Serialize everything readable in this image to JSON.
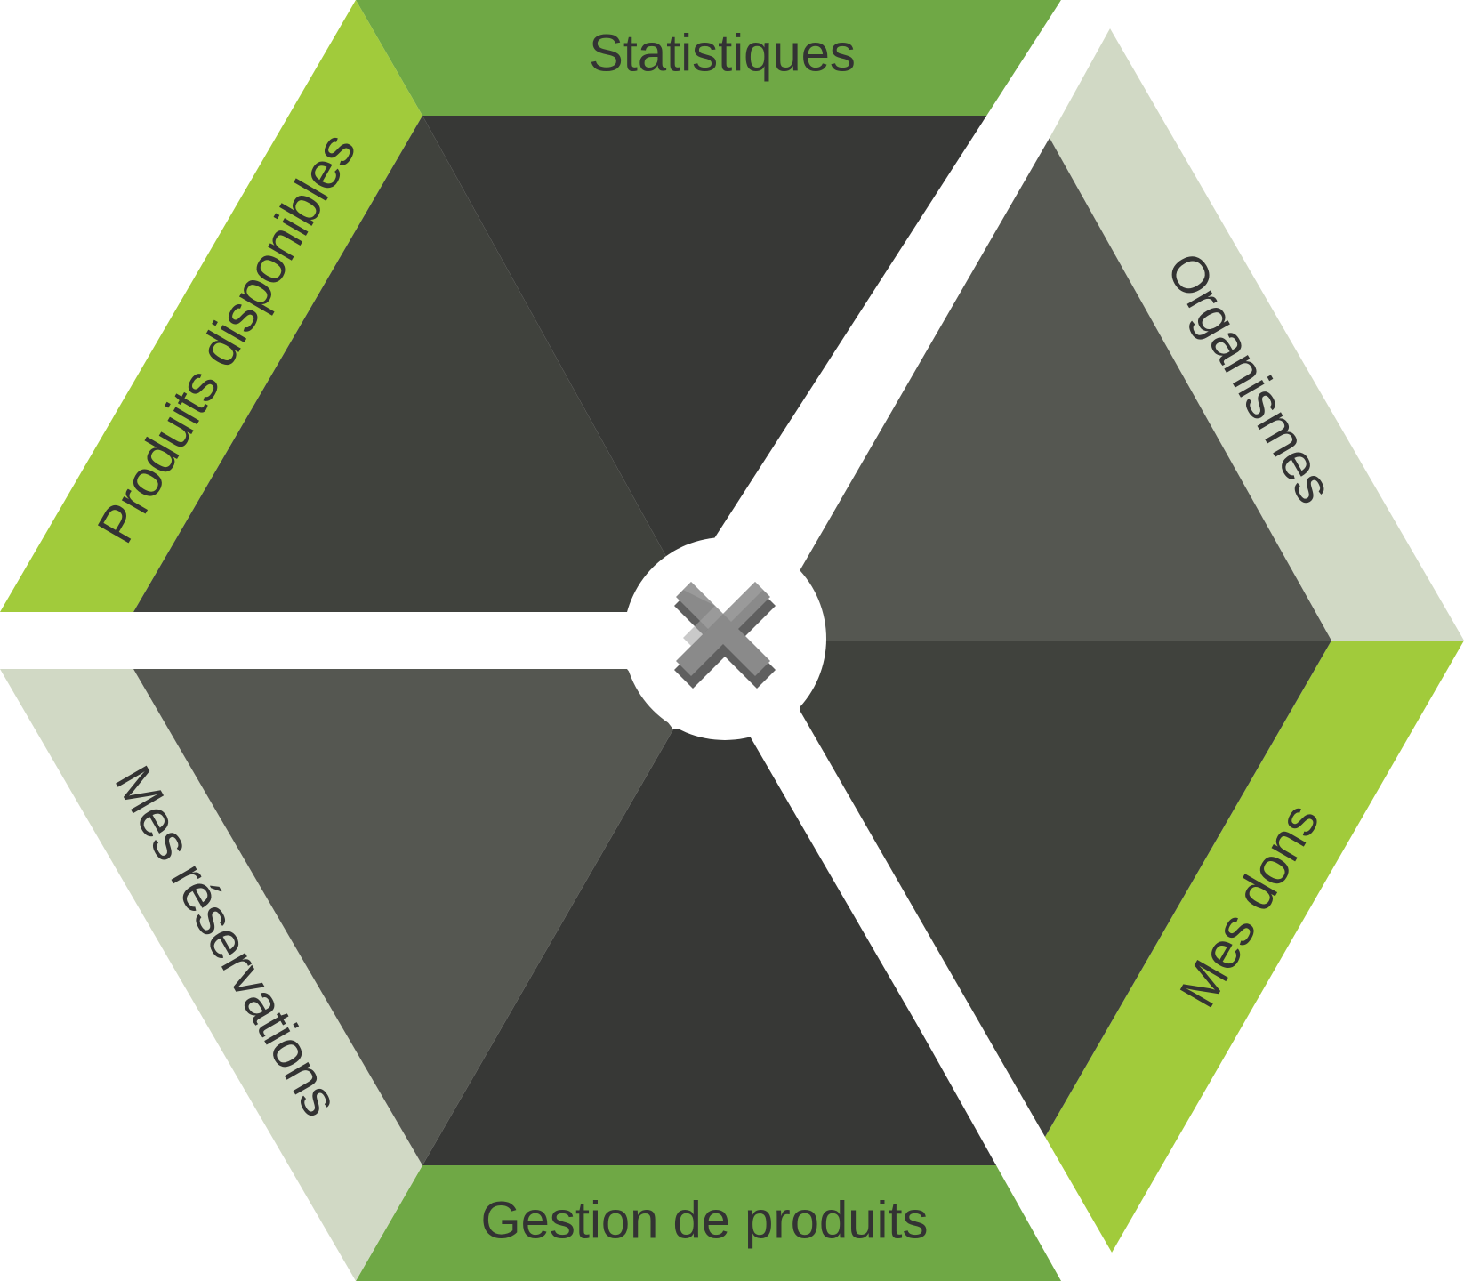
{
  "menu": {
    "items": [
      {
        "label": "Statistiques"
      },
      {
        "label": "Organismes"
      },
      {
        "label": "Mes dons"
      },
      {
        "label": "Gestion de produits"
      },
      {
        "label": "Mes réservations"
      },
      {
        "label": "Produits disponibles"
      }
    ],
    "close_icon": "close-icon"
  },
  "colors": {
    "green_dark": "#6fa845",
    "green_light": "#a1cb3b",
    "sage": "#d1d9c5",
    "triangle_darkest": "#373836",
    "triangle_dark": "#40423d",
    "triangle_medium": "#555751",
    "separator": "#ffffff",
    "close_icon": "#7d7d7d"
  }
}
